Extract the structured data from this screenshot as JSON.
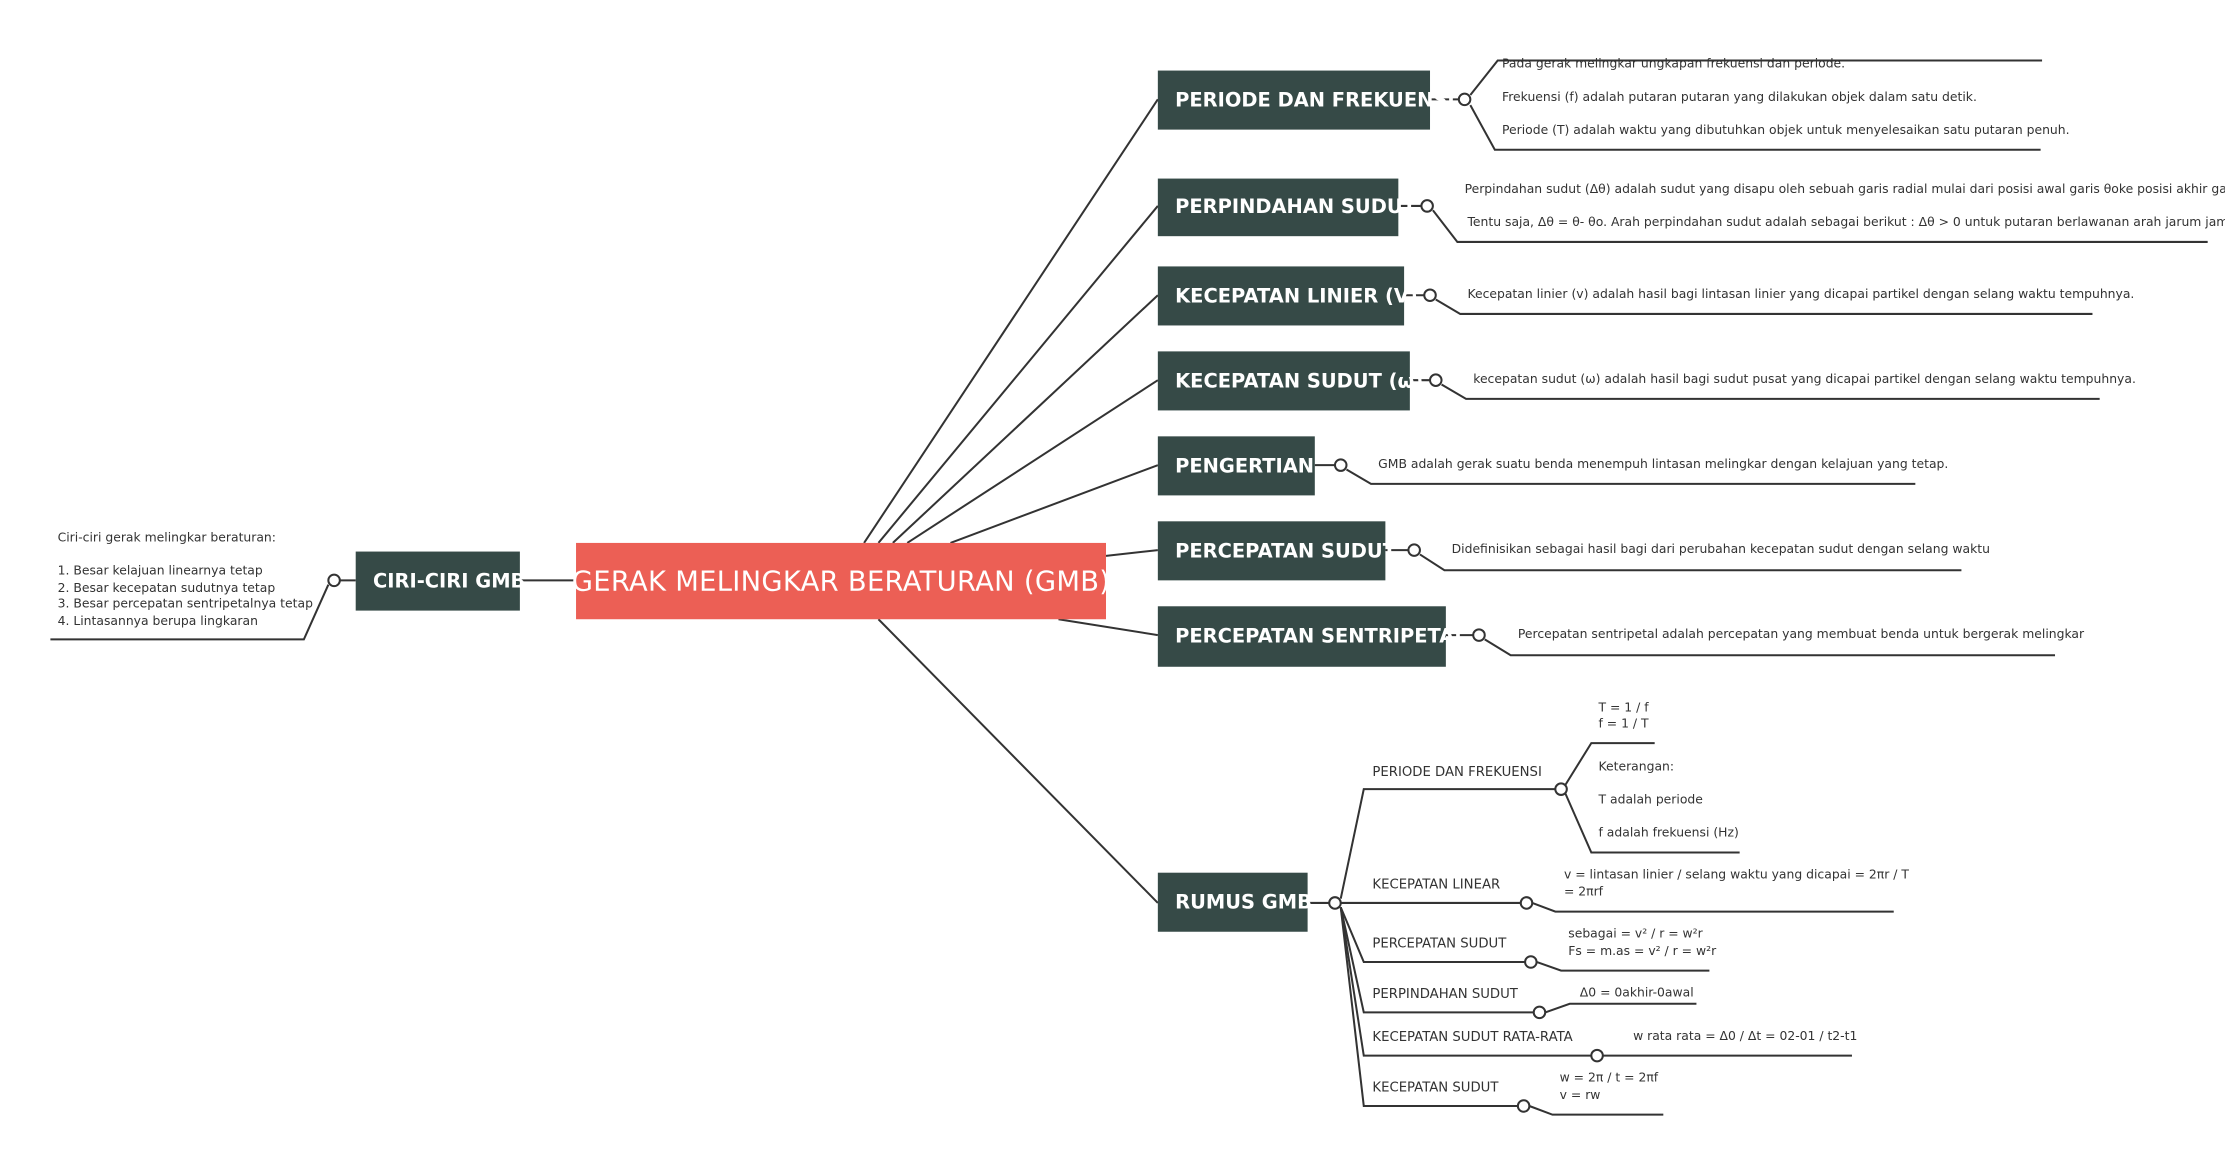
{
  "root": "GERAK MELINGKAR BERATURAN (GMB)",
  "ciri": {
    "title": "CIRI-CIRI GMB",
    "lines": [
      "Ciri-ciri gerak melingkar beraturan:",
      "",
      "1. Besar kelajuan linearnya tetap",
      "2. Besar kecepatan sudutnya tetap",
      "3. Besar percepatan sentripetalnya tetap",
      "4. Lintasannya berupa lingkaran"
    ]
  },
  "periode": {
    "title": "PERIODE DAN FREKUENSI",
    "lines": [
      "Pada gerak melingkar ungkapan frekuensi dan periode.",
      "Frekuensi (f) adalah putaran putaran yang dilakukan objek dalam satu detik.",
      "Periode (T) adalah waktu yang dibutuhkan objek untuk menyelesaikan satu putaran penuh."
    ]
  },
  "perpindahan": {
    "title": "PERPINDAHAN SUDUT",
    "lines": [
      "Perpindahan sudut (Δθ) adalah sudut yang disapu oleh sebuah garis radial mulai dari posisi awal garis θoke posisi akhir garis θ.",
      "Tentu saja, Δθ = θ- θo. Arah perpindahan sudut adalah sebagai berikut : Δθ > 0 untuk putaran berlawanan arah jarum jam."
    ]
  },
  "kec_linier": {
    "title": "KECEPATAN LINIER (V)",
    "text": "Kecepatan linier (v) adalah hasil bagi lintasan linier yang dicapai partikel dengan selang waktu tempuhnya."
  },
  "kec_sudut": {
    "title": "KECEPATAN SUDUT (ω)",
    "text": "kecepatan sudut (ω) adalah hasil bagi sudut pusat yang dicapai partikel dengan selang waktu tempuhnya."
  },
  "pengertian": {
    "title": "PENGERTIAN",
    "text": "GMB adalah gerak suatu benda menempuh lintasan melingkar dengan kelajuan yang tetap."
  },
  "percepatan_sudut": {
    "title": "PERCEPATAN SUDUT",
    "text": "Didefinisikan sebagai hasil bagi dari perubahan kecepatan sudut dengan selang waktu"
  },
  "sentripetal": {
    "title": "PERCEPATAN SENTRIPETAL",
    "text": "Percepatan sentripetal adalah percepatan yang membuat benda untuk bergerak melingkar"
  },
  "rumus": {
    "title": "RUMUS GMB",
    "items": {
      "periode": {
        "label": "PERIODE DAN FREKUENSI",
        "formula": [
          "T = 1 / f",
          "f = 1 / T"
        ],
        "ket": [
          "Keterangan:",
          "T adalah periode",
          "f adalah frekuensi (Hz)"
        ]
      },
      "linear": {
        "label": "KECEPATAN LINEAR",
        "text": [
          "v = lintasan linier / selang waktu yang dicapai = 2πr / T",
          "= 2πrf"
        ]
      },
      "perc_sudut": {
        "label": "PERCEPATAN SUDUT",
        "text": [
          "sebagai = v² / r = w²r",
          "Fs = m.as = v² / r = w²r"
        ]
      },
      "perp_sudut": {
        "label": "PERPINDAHAN SUDUT",
        "text": "Δ0 = 0akhir-0awal"
      },
      "rata": {
        "label": "KECEPATAN SUDUT RATA-RATA",
        "text": "w rata rata = Δ0 / Δt = 02-01 / t2-t1"
      },
      "sudut": {
        "label": "KECEPATAN SUDUT",
        "text": [
          "w = 2π / t = 2πf",
          "v = rw"
        ]
      }
    }
  },
  "colors": {
    "root": "#ec5f55",
    "node": "#364a47",
    "line": "#333333"
  }
}
